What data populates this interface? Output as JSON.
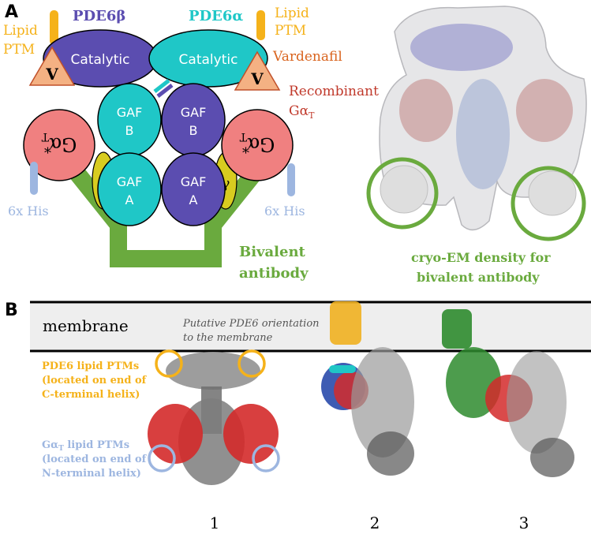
{
  "panel_a": {
    "label": "A",
    "pde6b": "PDE6β",
    "pde6a": "PDE6α",
    "lipid_left_1": "Lipid",
    "lipid_left_2": "PTM",
    "lipid_right_1": "Lipid",
    "lipid_right_2": "PTM",
    "catalytic_left": "Catalytic",
    "catalytic_right": "Catalytic",
    "vardenafil": "Vardenafil",
    "v_left": "V",
    "v_right": "V",
    "gaf_b": "GAF",
    "gaf_b_sub": "B",
    "gaf_a": "GAF",
    "gaf_a_sub": "A",
    "recombinant": "Recombinant",
    "galpha_t": "Gα",
    "galpha_t_sub": "T",
    "galpha_label": "Gα",
    "galpha_sub": "T",
    "gamma": "γ",
    "his_left": "6x His",
    "his_right": "6x His",
    "bivalent_1": "Bivalent",
    "bivalent_2": "antibody",
    "cryo_1": "cryo-EM density for",
    "cryo_2": "bivalent antibody"
  },
  "panel_b": {
    "label": "B",
    "membrane": "membrane",
    "putative_1": "Putative PDE6 orientation",
    "putative_2": "to the membrane",
    "pde6_ptm_1": "PDE6 lipid PTMs",
    "pde6_ptm_2": "(located on end of",
    "pde6_ptm_3": "C-terminal helix)",
    "ga_ptm_1a": "Gα",
    "ga_ptm_1sub": "T",
    "ga_ptm_1b": " lipid PTMs",
    "ga_ptm_2": "(located on end of",
    "ga_ptm_3": "N-terminal helix)",
    "num_1": "1",
    "num_2": "2",
    "num_3": "3"
  },
  "colors": {
    "pde6b": "#5b4db0",
    "pde6a": "#1fc7c7",
    "lipid": "#f5b21a",
    "vardenafil": "#d9641e",
    "galpha": "#f08080",
    "gamma": "#d8cc20",
    "his": "#9db6e0",
    "antibody": "#6aaa3e",
    "recombinant": "#c0392b"
  }
}
